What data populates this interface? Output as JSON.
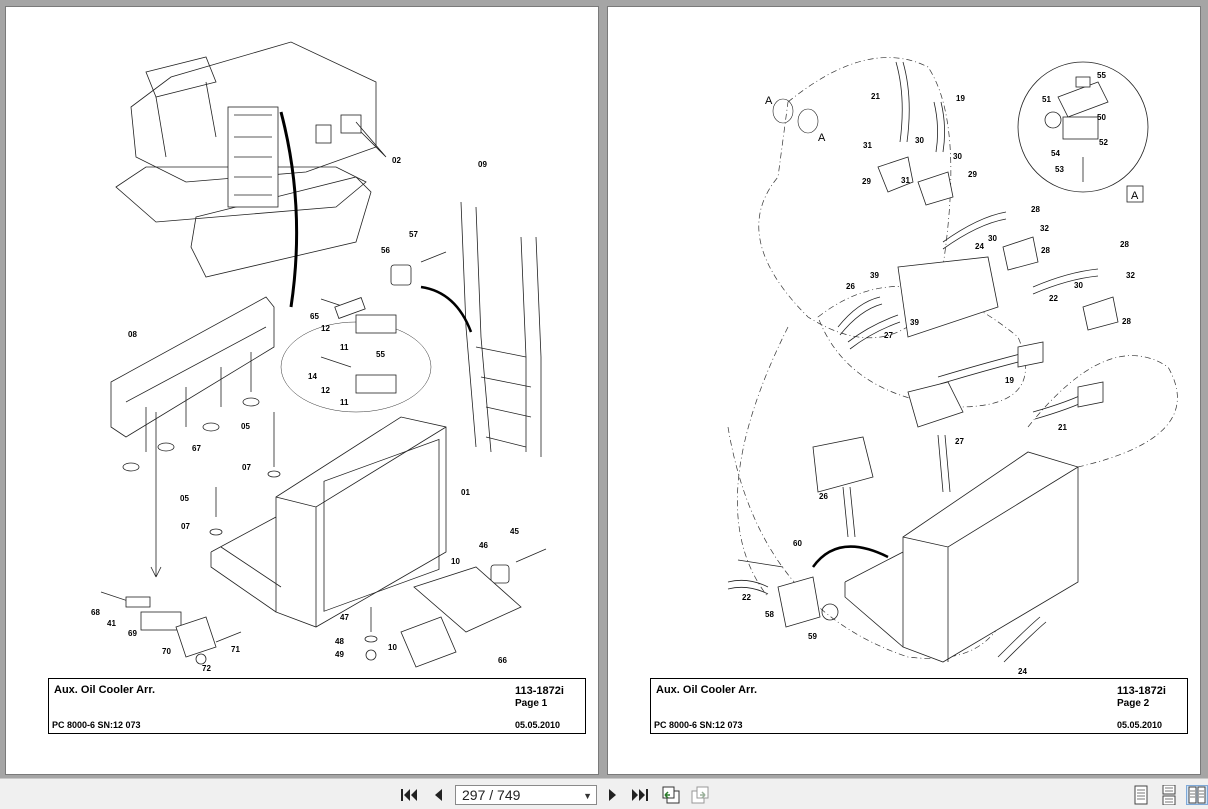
{
  "pages": [
    {
      "title": "Aux. Oil Cooler Arr.",
      "number": "113-1872i",
      "page": "Page 1",
      "machine": "PC 8000-6 SN:12 073",
      "date": "05.05.2010",
      "callouts": [
        "02",
        "09",
        "57",
        "56",
        "08",
        "65",
        "12",
        "11",
        "55",
        "14",
        "12",
        "11",
        "67",
        "05",
        "07",
        "01",
        "05",
        "07",
        "46",
        "45",
        "10",
        "68",
        "41",
        "69",
        "70",
        "71",
        "72",
        "47",
        "48",
        "49",
        "10",
        "66"
      ]
    },
    {
      "title": "Aux. Oil Cooler Arr.",
      "number": "113-1872i",
      "page": "Page 2",
      "machine": "PC 8000-6 SN:12 073",
      "date": "05.05.2010",
      "callouts": [
        "A",
        "A",
        "21",
        "19",
        "31",
        "30",
        "30",
        "29",
        "31",
        "29",
        "55",
        "51",
        "50",
        "52",
        "54",
        "53",
        "A",
        "28",
        "32",
        "30",
        "28",
        "24",
        "28",
        "32",
        "30",
        "22",
        "28",
        "26",
        "39",
        "27",
        "39",
        "19",
        "21",
        "27",
        "26",
        "60",
        "22",
        "58",
        "59",
        "24"
      ]
    }
  ],
  "navigation": {
    "page_display": "297 / 749",
    "first_icon": "first-page-icon",
    "prev_icon": "previous-page-icon",
    "next_icon": "next-page-icon",
    "last_icon": "last-page-icon",
    "back_icon": "previous-view-icon",
    "forward_icon": "next-view-icon"
  },
  "view_modes": {
    "single": "single-page-icon",
    "continuous": "continuous-icon",
    "facing": "facing-pages-icon",
    "active": "facing"
  }
}
